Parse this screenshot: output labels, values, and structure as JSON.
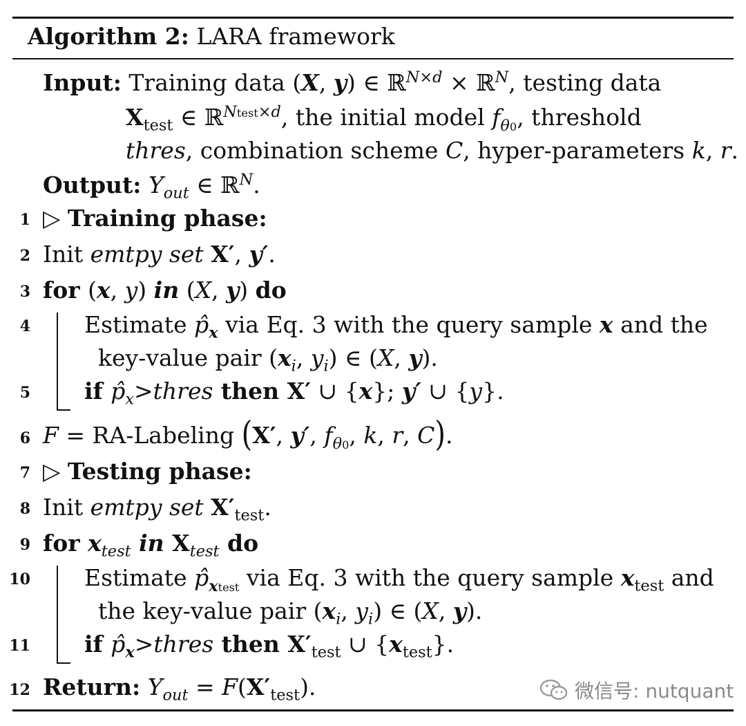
{
  "title": {
    "label": "Algorithm 2:",
    "name": "LARA framework"
  },
  "input": {
    "keyword": "Input:",
    "line1": {
      "t1": "Training data (",
      "X": "X",
      "comma1": ", ",
      "y": "y",
      "t2": ") ∈ ℝ",
      "sup1": "N×d",
      "t3": " × ℝ",
      "sup2": "N",
      "t4": ", testing data"
    },
    "line2": {
      "X": "X",
      "sub": "test",
      "t1": " ∈ ℝ",
      "sup_main": "N",
      "sup_sub": "test",
      "sup_tail": "×d",
      "t2": ", the initial model ",
      "f": "f",
      "theta": "θ",
      "zero": "0",
      "t3": ", threshold"
    },
    "line3": {
      "thres": "thres",
      "t1": ", combination scheme ",
      "C": "C",
      "t2": ", hyper-parameters ",
      "k": "k",
      "t3": ", ",
      "r": "r",
      "t4": "."
    }
  },
  "output": {
    "keyword": "Output:",
    "Y": "Y",
    "sub": "out",
    "t1": " ∈ ℝ",
    "sup": "N",
    "t2": "."
  },
  "steps": [
    {
      "num": "1",
      "tri": "▷ ",
      "bold": "Training phase:"
    },
    {
      "num": "2",
      "init": "Init ",
      "emph": "emtpy set ",
      "X": "X′",
      "comma": ", ",
      "y": "y′",
      "end": "."
    },
    {
      "num": "3",
      "kw_for": "for ",
      "p1": "(",
      "x": "x",
      "c": ", ",
      "yv": "y",
      "p2": ") ",
      "kw_in": "in",
      "p3": " (",
      "X": "X",
      "c2": ", ",
      "Y": "y",
      "p4": ") ",
      "kw_do": "do"
    },
    {
      "num": "4",
      "t1": "Estimate ",
      "p": "p̂",
      "psub": "x",
      "t2": " via Eq. 3 with the query sample ",
      "x": "x",
      "t3": " and the"
    },
    {
      "t1": "key-value pair (",
      "x": "x",
      "xi": "i",
      "c": ", ",
      "y": "y",
      "yi": "i",
      "t2": ") ∈ (",
      "X": "X",
      "c2": ", ",
      "Y": "y",
      "t3": ")."
    },
    {
      "num": "5",
      "kw_if": "if ",
      "p": "p̂",
      "psub": "x",
      "gt": ">",
      "thres": "thres",
      "kw_then": " then ",
      "X": "X′",
      "t1": " ∪ {",
      "x": "x",
      "t2": "};  ",
      "y": "y′",
      "t3": " ∪ {",
      "yv": "y",
      "t4": "}."
    },
    {
      "num": "6",
      "F": "F",
      "t1": " = RA-Labeling ",
      "lp": "(",
      "X": "X′",
      "c1": ", ",
      "y": "y′",
      "c2": ", ",
      "f": "f",
      "theta": "θ",
      "zero": "0",
      "t2": ", ",
      "k": "k",
      "c3": ", ",
      "r": "r",
      "c4": ", ",
      "C": "C",
      "rp": ")",
      "end": "."
    },
    {
      "num": "7",
      "tri": "▷ ",
      "bold": "Testing phase:"
    },
    {
      "num": "8",
      "init": "Init ",
      "emph": "emtpy set ",
      "X": "X′",
      "sub": "test",
      "end": "."
    },
    {
      "num": "9",
      "kw_for": "for ",
      "x": "x",
      "xsub": "test",
      "kw_in": " in ",
      "X": "X",
      "Xsub": "test",
      "kw_do": " do"
    },
    {
      "num": "10",
      "t1": "Estimate ",
      "p": "p̂",
      "psub": "x",
      "psubsub": "test",
      "t2": " via Eq. 3 with the query sample ",
      "x": "x",
      "xsub": "test",
      "t3": " and"
    },
    {
      "t1": "the key-value pair (",
      "x": "x",
      "xi": "i",
      "c": ", ",
      "y": "y",
      "yi": "i",
      "t2": ") ∈ (",
      "X": "X",
      "c2": ", ",
      "Y": "y",
      "t3": ")."
    },
    {
      "num": "11",
      "kw_if": "if ",
      "p": "p̂",
      "psub": "x",
      "gt": ">",
      "thres": "thres",
      "kw_then": " then ",
      "X": "X′",
      "Xsub": "test",
      "t1": " ∪ {",
      "x": "x",
      "xsub": "test",
      "t2": "}."
    },
    {
      "num": "12",
      "kw": "Return:",
      "sp": " ",
      "Y": "Y",
      "Ysub": "out",
      "t1": " = ",
      "F": "F",
      "t2": "(",
      "X": "X′",
      "Xsub": "test",
      "t3": ")."
    }
  ],
  "watermark": {
    "text": "微信号: nutquant",
    "icon": "wechat-icon"
  }
}
